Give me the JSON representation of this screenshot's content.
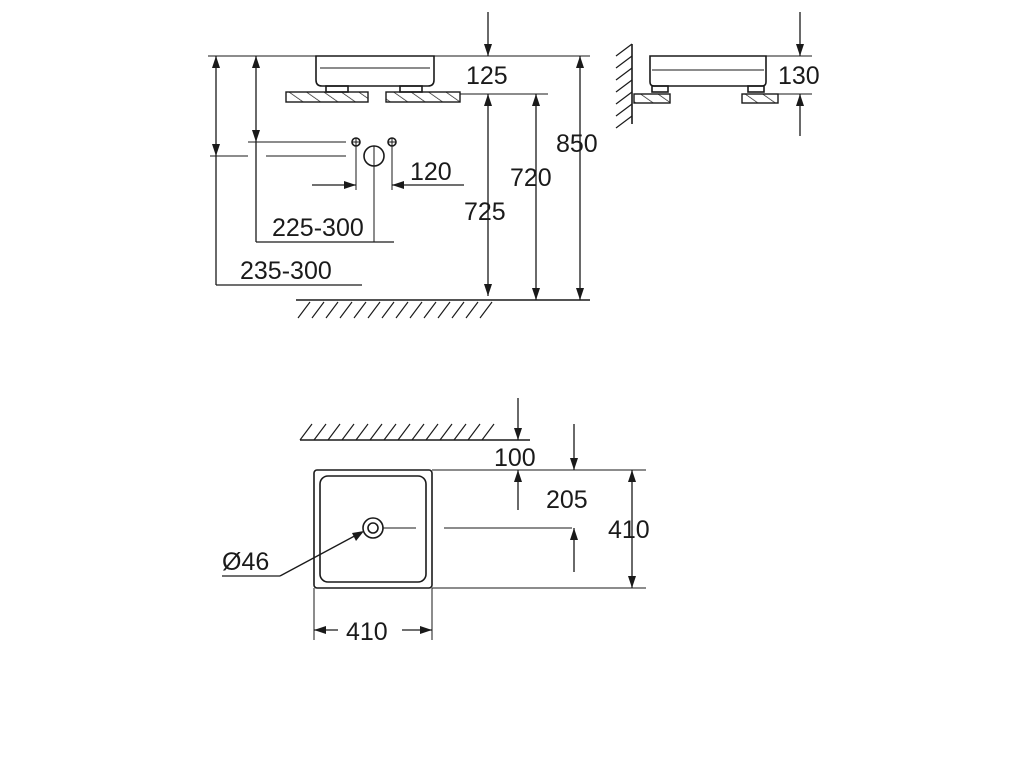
{
  "dimensions": {
    "d125": "125",
    "d850": "850",
    "d130": "130",
    "d720": "720",
    "d725": "725",
    "d120": "120",
    "d225_300": "225-300",
    "d235_300": "235-300",
    "d100": "100",
    "d205": "205",
    "d410_right": "410",
    "d46": "Ø46",
    "d410_bottom": "410"
  }
}
